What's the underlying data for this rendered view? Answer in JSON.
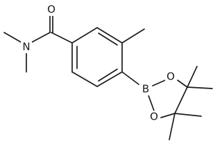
{
  "molecule": {
    "atoms": {
      "O_carbonyl": "O",
      "N_amide": "N",
      "B_boron": "B",
      "O_ring_upper": "O",
      "O_ring_lower": "O"
    }
  }
}
